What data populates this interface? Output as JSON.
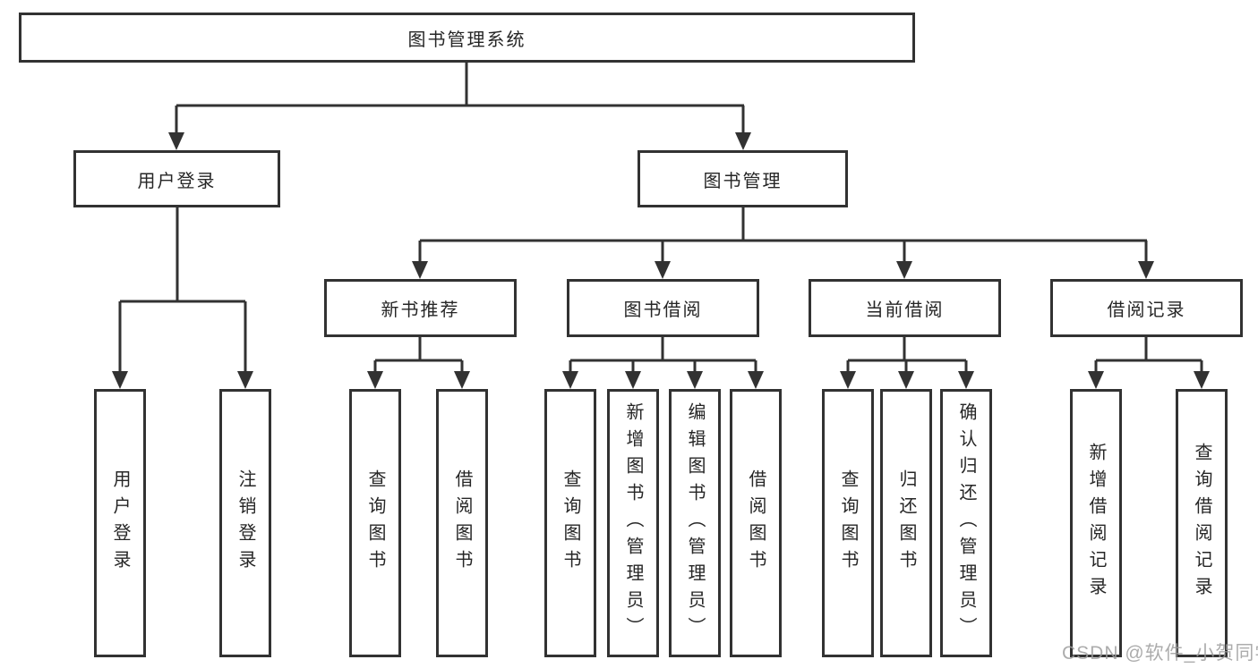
{
  "diagram": {
    "root": {
      "label": "图书管理系统"
    },
    "branches": [
      {
        "label": "用户登录",
        "children": [
          {
            "label": "用户登录"
          },
          {
            "label": "注销登录"
          }
        ]
      },
      {
        "label": "图书管理",
        "children": [
          {
            "label": "新书推荐",
            "children": [
              {
                "label": "查询图书"
              },
              {
                "label": "借阅图书"
              }
            ]
          },
          {
            "label": "图书借阅",
            "children": [
              {
                "label": "查询图书"
              },
              {
                "label": "新增图书（管理员）"
              },
              {
                "label": "编辑图书（管理员）"
              },
              {
                "label": "借阅图书"
              }
            ]
          },
          {
            "label": "当前借阅",
            "children": [
              {
                "label": "查询图书"
              },
              {
                "label": "归还图书"
              },
              {
                "label": "确认归还（管理员）"
              }
            ]
          },
          {
            "label": "借阅记录",
            "children": [
              {
                "label": "新增借阅记录"
              },
              {
                "label": "查询借阅记录"
              }
            ]
          }
        ]
      }
    ]
  },
  "watermark": {
    "text": "CSDN @软件_小贺同学"
  },
  "colors": {
    "line": "#323232",
    "text": "#262626",
    "background": "#ffffff",
    "watermark": "#9e9e9e"
  }
}
